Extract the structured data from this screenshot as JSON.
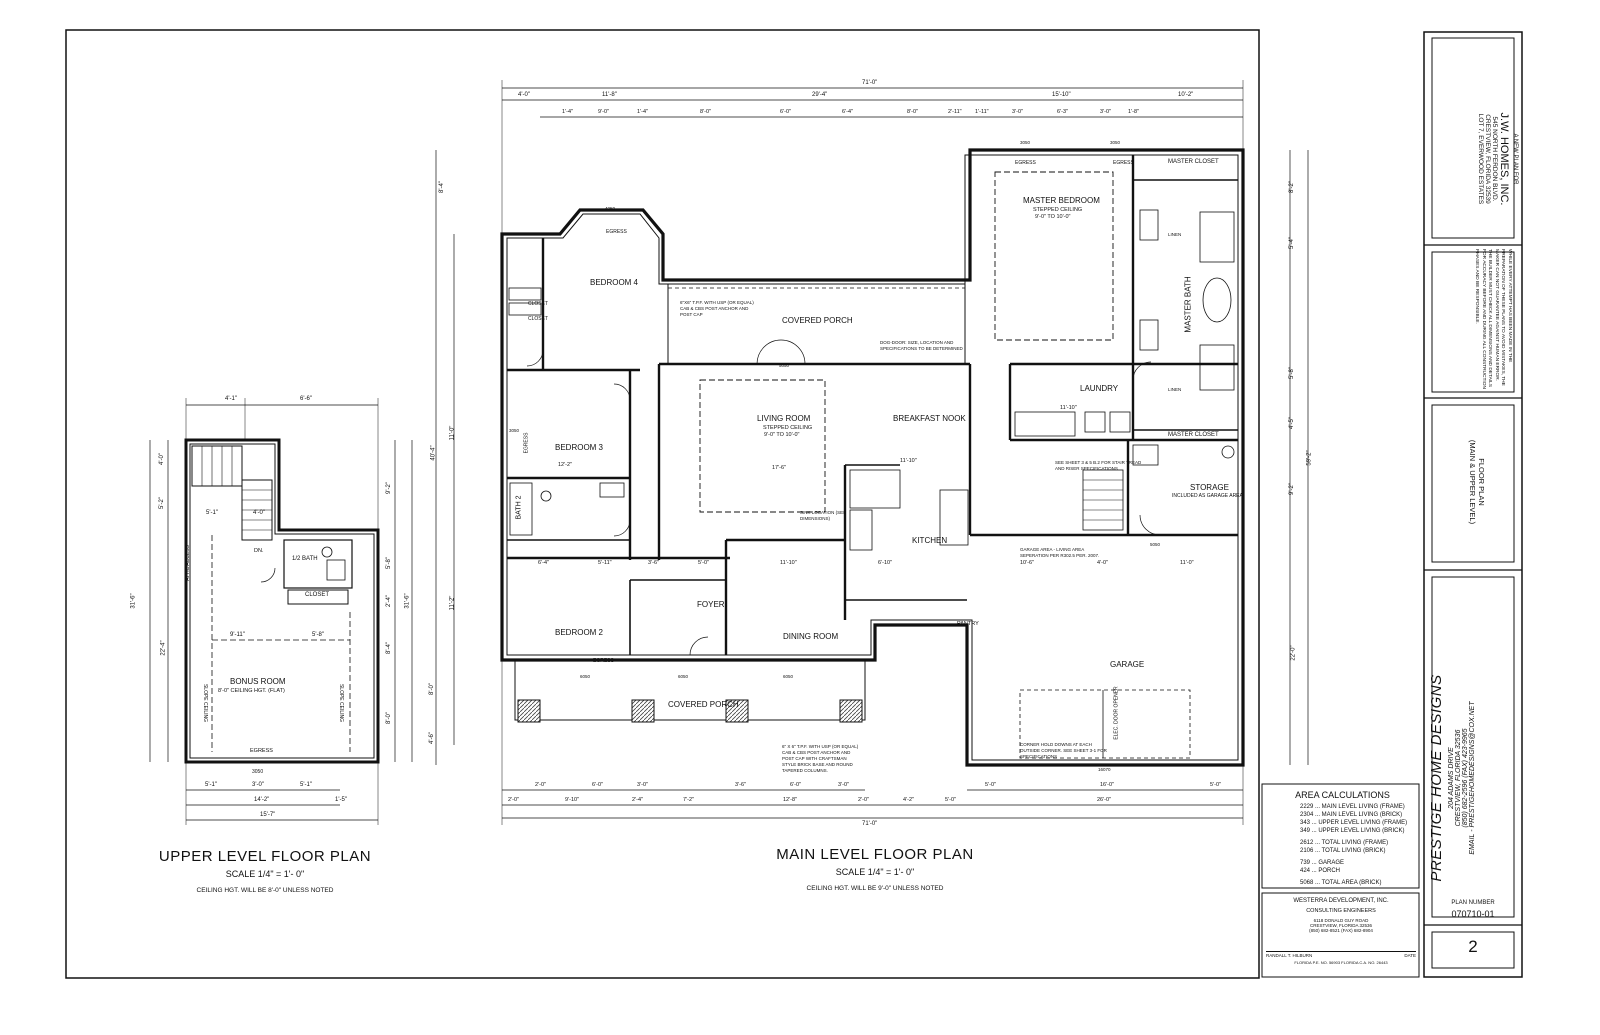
{
  "upper_plan": {
    "title": "UPPER LEVEL FLOOR PLAN",
    "scale": "SCALE 1/4\" = 1'- 0\"",
    "note": "CEILING HGT. WILL BE 8'-0\" UNLESS NOTED",
    "rooms": {
      "bonus_room": "BONUS ROOM",
      "bonus_note": "8'-0\" CEILING HGT. (FLAT)",
      "half_bath": "1/2 BATH",
      "closet": "CLOSET",
      "egress": "EGRESS",
      "dn": "DN.",
      "attic_access": "ATTIC ACCESS",
      "slope_ceiling": "SLOPE CEILING"
    },
    "dims": {
      "top_a": "4'-1\"",
      "top_b": "6'-6\"",
      "bottom_a": "5'-1\"",
      "bottom_b": "3'-0\"",
      "bottom_c": "5'-1\"",
      "bottom_mid": "14'-2\"",
      "bottom_overall": "15'-7\"",
      "bottom_side": "1'-5\"",
      "left_a": "4'-0\"",
      "left_b": "5'-2\"",
      "left_c": "22'-4\"",
      "left_overall": "31'-6\"",
      "right_a": "9'-2\"",
      "right_b": "5'-8\"",
      "right_c": "2'-4\"",
      "right_d": "8'-4\"",
      "right_e": "8'-0\"",
      "right_overall": "31'-6\"",
      "stair_a": "5'-1\"",
      "stair_b": "4'-0\"",
      "bonus_a": "9'-11\"",
      "bonus_b": "5'-8\"",
      "window": "3050"
    }
  },
  "main_plan": {
    "title": "MAIN LEVEL FLOOR PLAN",
    "scale": "SCALE 1/4\" = 1'- 0\"",
    "note": "CEILING HGT. WILL BE 9'-0\" UNLESS NOTED",
    "rooms": {
      "master_bedroom": "MASTER BEDROOM",
      "master_bedroom_note_1": "STEPPED CEILING",
      "master_bedroom_note_2": "9'-0\" TO 10'-0\"",
      "master_closet": "MASTER CLOSET",
      "master_bath": "MASTER BATH",
      "bedroom_4": "BEDROOM 4",
      "bedroom_3": "BEDROOM 3",
      "bedroom_2": "BEDROOM 2",
      "bath_2": "BATH 2",
      "covered_porch_rear": "COVERED PORCH",
      "covered_porch_front": "COVERED PORCH",
      "living_room": "LIVING ROOM",
      "living_room_note_1": "STEPPED CEILING",
      "living_room_note_2": "9'-0\" TO 10'-0\"",
      "breakfast_nook": "BREAKFAST NOOK",
      "laundry": "LAUNDRY",
      "storage": "STORAGE",
      "storage_note": "INCLUDED AS GARAGE AREA",
      "kitchen": "KITCHEN",
      "pantry": "PANTRY",
      "foyer": "FOYER",
      "dining_room": "DINING ROOM",
      "garage": "GARAGE",
      "closet": "CLOSET",
      "egress": "EGRESS",
      "linen": "LINEN",
      "elec_door_opener": "ELEC. DOOR OPENER"
    },
    "dims": {
      "overall_top": "71'-0\"",
      "overall_bottom": "71'-0\"",
      "top_1": "4'-0\"",
      "top_2": "11'-8\"",
      "top_3": "29'-4\"",
      "top_4": "15'-10\"",
      "top_5": "10'-2\"",
      "top_row2_1": "1'-4\"",
      "top_row2_2": "9'-0\"",
      "top_row2_3": "1'-4\"",
      "top_row2_4": "8'-0\"",
      "top_row2_5": "6'-0\"",
      "top_row2_6": "6'-4\"",
      "top_row2_7": "8'-0\"",
      "top_row2_8": "2'-11\"",
      "top_row2_9": "1'-11\"",
      "top_row2_10": "3'-0\"",
      "top_row2_11": "6'-3\"",
      "top_row2_12": "3'-0\"",
      "top_row2_13": "1'-8\"",
      "bottom_1": "2'-0\"",
      "bottom_2": "9'-10\"",
      "bottom_3": "2'-4\"",
      "bottom_4": "7'-2\"",
      "bottom_5": "12'-8\"",
      "bottom_6": "2'-0\"",
      "bottom_7": "4'-2\"",
      "bottom_8": "5'-0\"",
      "bottom_9": "26'-0\"",
      "bottom_row2_1": "2'-0\"",
      "bottom_row2_2": "6'-0\"",
      "bottom_row2_3": "3'-0\"",
      "bottom_row2_4": "3'-6\"",
      "bottom_row2_5": "6'-0\"",
      "bottom_row2_6": "3'-0\"",
      "garage_1": "5'-0\"",
      "garage_2": "16'-0\"",
      "garage_3": "5'-0\"",
      "left_1": "8'-4\"",
      "left_2": "40'-4\"",
      "left_3": "11'-0\"",
      "left_4": "11'-2\"",
      "left_5": "8'-0\"",
      "left_6": "4'-6\"",
      "right_1": "8'-2\"",
      "right_2": "59'-2\"",
      "right_3": "22'-0\"",
      "right_4": "9'-2\"",
      "right_5": "5'-4\"",
      "right_6": "4'-5\"",
      "right_7": "5'-8\"",
      "living_w": "17'-6\"",
      "nook_w": "11'-10\"",
      "laundry_w": "11'-10\"",
      "bed3_w": "12'-2\"",
      "dining_w": "11'-10\"",
      "kitchen_w": "6'-10\"",
      "storage_w1": "10'-6\"",
      "storage_w2": "4'-0\"",
      "storage_w3": "11'-0\"",
      "bed2_w": "6'-4\"",
      "bed2_w2": "5'-11\"",
      "foyer_w": "3'-6\"",
      "foyer_w2": "5'-0\""
    },
    "notes": {
      "porch_post_rear": "6\"X6\" T.P.F. WITH USP (OR EQUAL) CAB & CBS POST ANCHOR AND POST CAP",
      "porch_door": "DOG-DOOR: SIZE, LOCATION AND SPECIFICATIONS TO BE DETERMINED",
      "sink_location": "SINK LOCATION (SEE DIMENSIONS)",
      "garage_separation": "GARAGE AREA - LIVING AREA SEPERATION PER R302.5 PER. 2007.",
      "stairs_note": "SEE SHEET 3 & 5 B.2 FOR STAIR TREAD AND RISER SPECIFICATIONS",
      "porch_post_front": "6\" X 6\" T.P.F. WITH USP (OR EQUAL) CAB & CBS POST ANCHOR AND POST CAP WITH CRAFTSMAN STYLE BRICK BASE AND ROUND TAPERED COLUMNS.",
      "corner_hold": "CORNER HOLD DOWNS AT EACH OUTSIDE CORNER. SEE SHEET 3-1 FOR SPECIFICATIONS"
    },
    "windows": [
      "4050",
      "3050",
      "5050",
      "3050",
      "3050",
      "6050",
      "6050",
      "6050",
      "5050",
      "16070"
    ]
  },
  "title_block": {
    "client_prefix": "A NEW PLAN FOR",
    "client_name": "J.W. HOMES, INC.",
    "client_addr_1": "545 NORTH FERDON BLVD.",
    "client_addr_2": "CRESTVIEW, FLORIDA 32539",
    "client_lot": "LOT 7, EVERWOOD ESTATES",
    "disclaimer": "WHILE EVERY ATTEMPT HAS BEEN MADE IN THE PREPARATION OF THESE PLANS TO AVOID MISTAKES, THE MAKER CAN NOT GUARANTEE AGAINST HUMAN ERROR. THE BUILDER MUST CHECK ALL DIMENSIONS AND DETAILS FOR ACCURACY BEFORE AND DURING ALL CONSTRUCTION PHASES AND BE RESPONSIBLE.",
    "sheet_title_1": "FLOOR PLAN",
    "sheet_title_2": "(MAIN & UPPER LEVEL)",
    "firm_name": "PRESTIGE HOME DESIGNS",
    "firm_addr_1": "204 ADAMS DRIVE",
    "firm_addr_2": "CRESTVIEW, FLORIDA 32536",
    "firm_phone": "(850) 682-2596  (FAX) 423-9965",
    "firm_email": "EMAIL - PRESTIGEHOMEDESIGNS@COX.NET",
    "plan_number_label": "PLAN NUMBER",
    "plan_number": "070710-01",
    "sheet_number": "2"
  },
  "area_calculations": {
    "title": "AREA CALCULATIONS",
    "rows": [
      "2229 ... MAIN LEVEL LIVING (FRAME)",
      "2304 ... MAIN LEVEL LIVING (BRICK)",
      "343 ... UPPER LEVEL LIVING (FRAME)",
      "349 ... UPPER LEVEL LIVING (BRICK)",
      "",
      "2612 ... TOTAL LIVING (FRAME)",
      "2106 ... TOTAL LIVING (BRICK)",
      "",
      "739 ... GARAGE",
      "424 ... PORCH",
      "",
      "5068 ... TOTAL AREA (BRICK)"
    ]
  },
  "engineer": {
    "firm": "WESTERRA DEVELOPMENT, INC.",
    "subtitle": "CONSULTING ENGINEERS",
    "addr_1": "6118 DONALD GUY ROAD",
    "addr_2": "CRESTVIEW, FLORIDA 32536",
    "phone": "(850) 682-8521  (FAX) 682-8904",
    "signer": "RANDALL T. HILBURN",
    "date_label": "DATE",
    "license": "FLORIDA P.E. NO. 56903  FLORIDA C.A. NO. 26443"
  }
}
